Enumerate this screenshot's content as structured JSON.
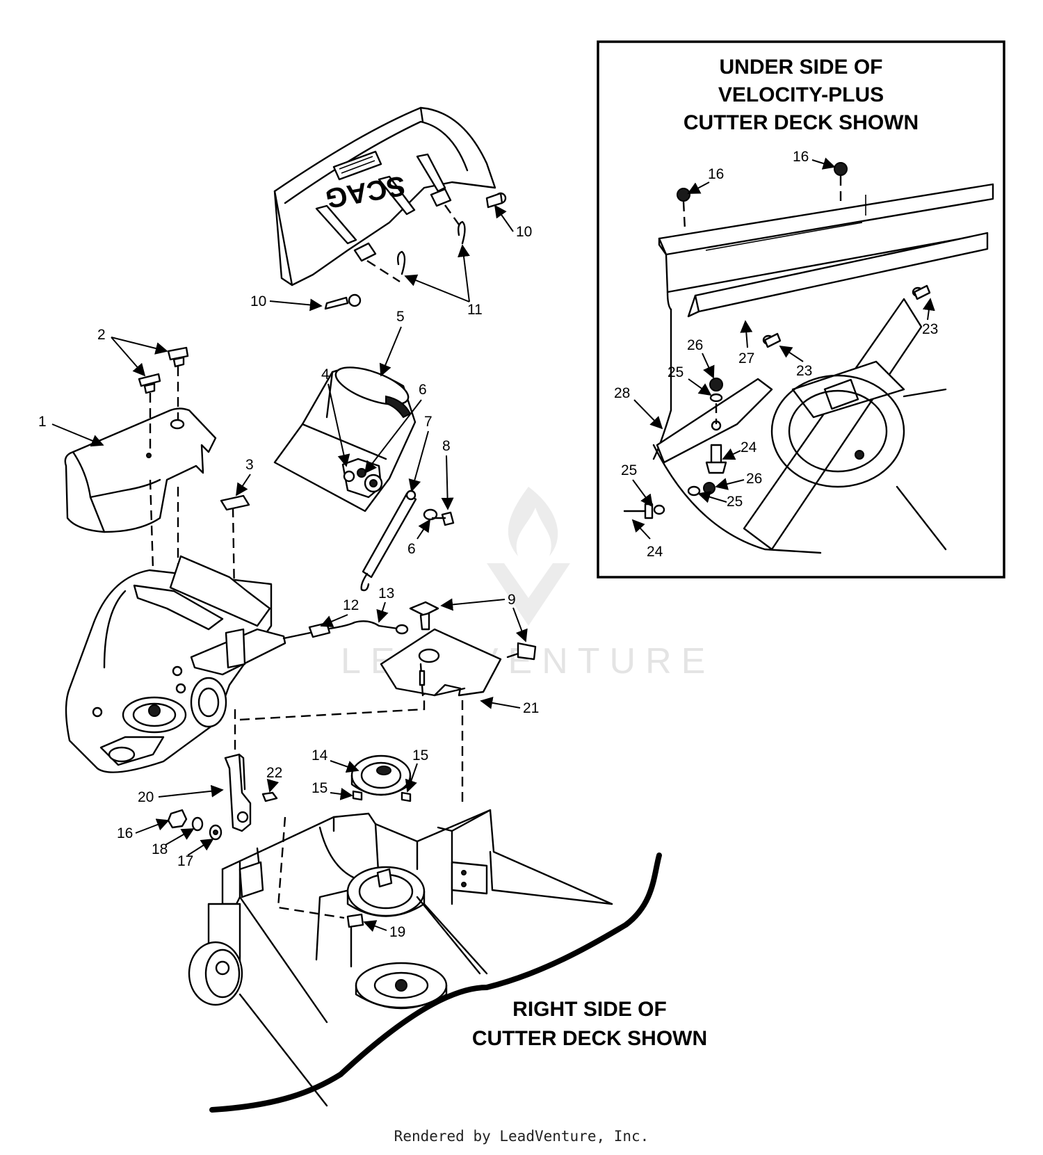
{
  "inset_title": [
    "UNDER SIDE OF",
    "VELOCITY-PLUS",
    "CUTTER DECK SHOWN"
  ],
  "main_caption": [
    "RIGHT SIDE OF",
    "CUTTER DECK SHOWN"
  ],
  "deflector_brand": "SCAG",
  "watermark": "LEADVENTURE",
  "footer": "Rendered by LeadVenture, Inc.",
  "callouts": {
    "c1": "1",
    "c2": "2",
    "c3": "3",
    "c4": "4",
    "c5": "5",
    "c6a": "6",
    "c6b": "6",
    "c7": "7",
    "c8": "8",
    "c9": "9",
    "c10a": "10",
    "c10b": "10",
    "c11": "11",
    "c12": "12",
    "c13": "13",
    "c14": "14",
    "c15a": "15",
    "c15b": "15",
    "c16": "16",
    "c17": "17",
    "c18": "18",
    "c19": "19",
    "c20": "20",
    "c21": "21",
    "c22": "22",
    "i16a": "16",
    "i16b": "16",
    "i23a": "23",
    "i23b": "23",
    "i24a": "24",
    "i24b": "24",
    "i25a": "25",
    "i25b": "25",
    "i25c": "25",
    "i26a": "26",
    "i26b": "26",
    "i27": "27",
    "i28": "28"
  }
}
